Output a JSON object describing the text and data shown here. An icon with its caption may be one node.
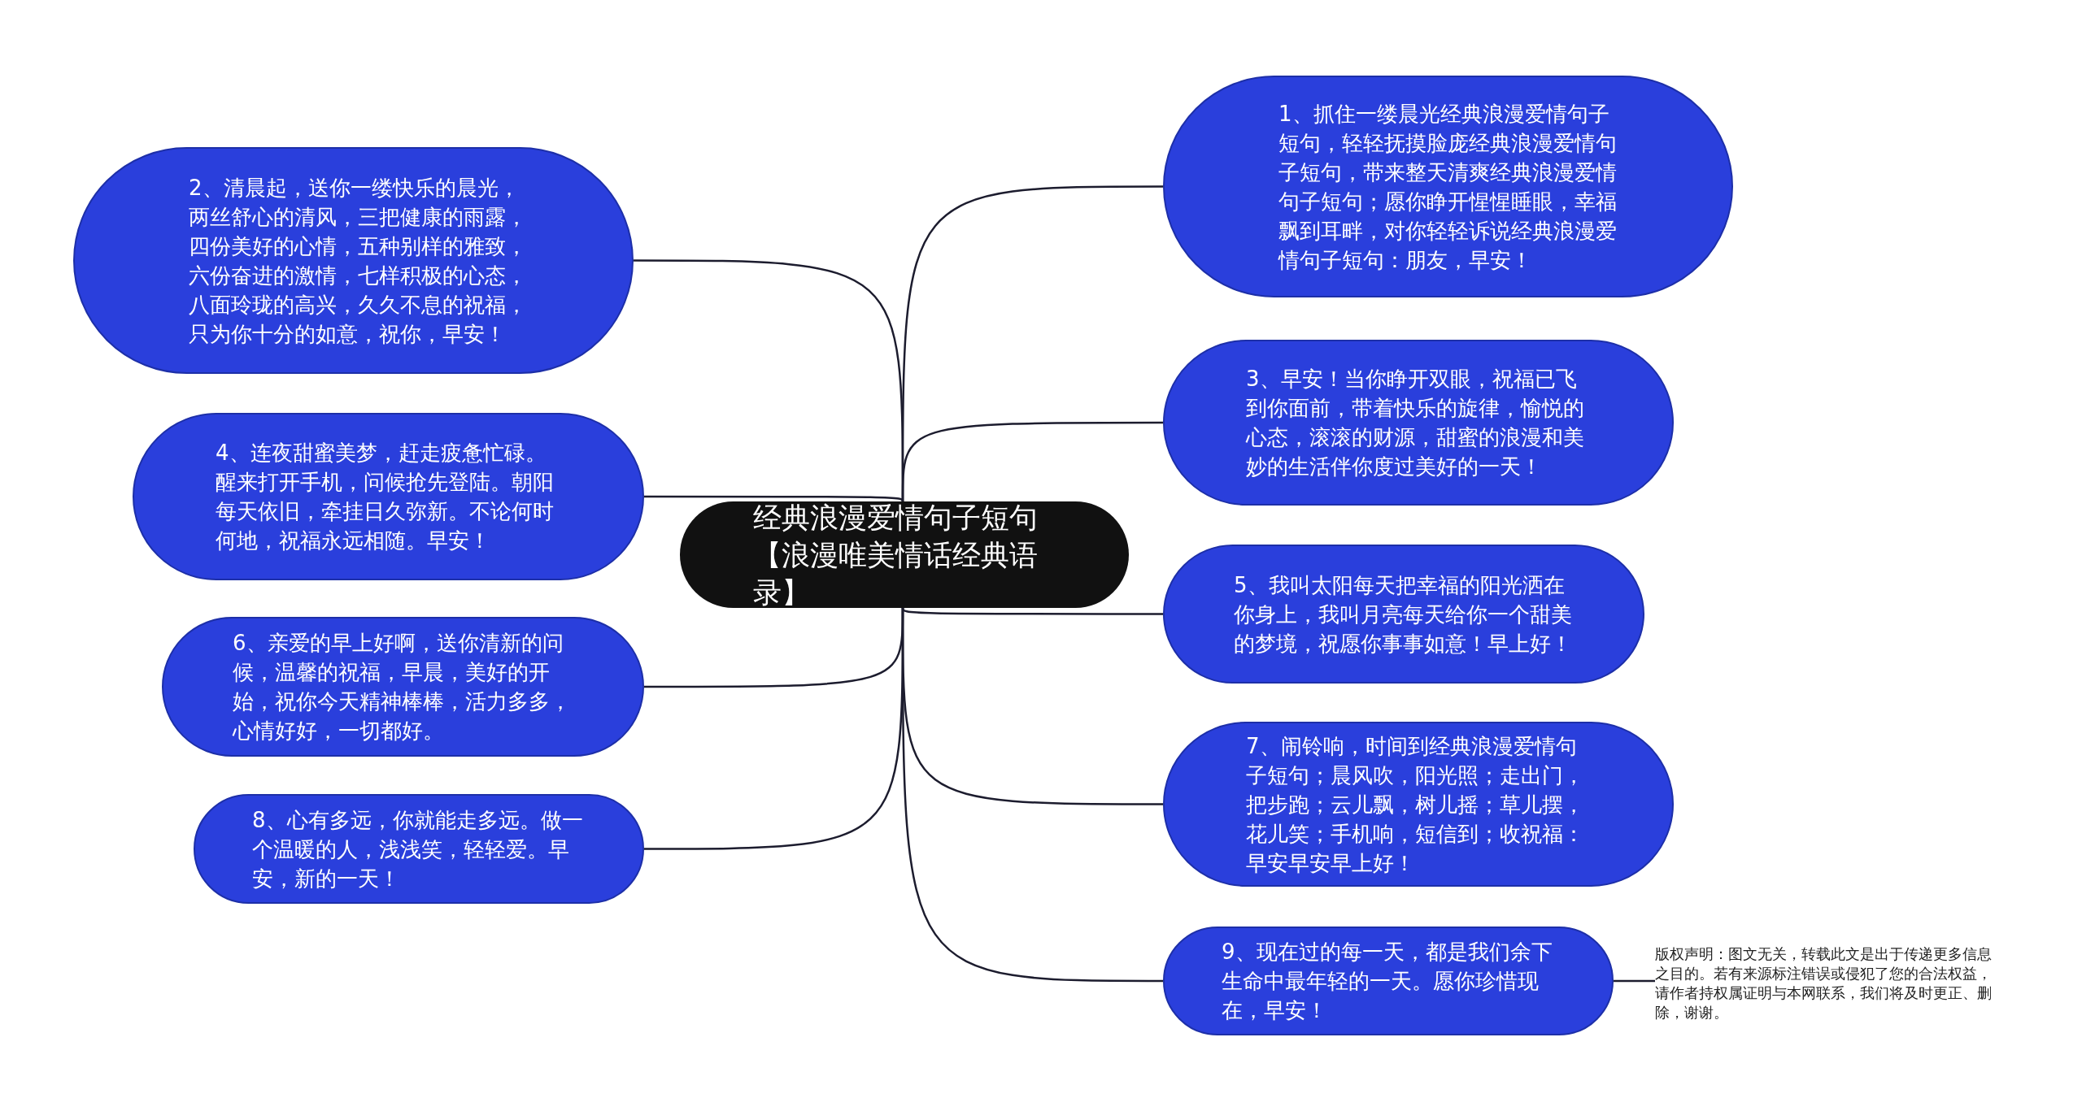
{
  "diagram": {
    "nodes": [
      {
        "text": [
          "经典浪漫爱情句子短句【浪漫唯美情话经典语录】"
        ]
      },
      {
        "text": [
          "1、抓住一缕晨光经典浪漫爱情句子短句，轻轻抚摸脸庞经典浪漫爱情句子短句，带来整天清爽经典浪漫爱情句子短句；愿你睁开惺惺睡眼，幸福飘到耳畔，对你轻轻诉说经典浪漫爱情句子短句：朋友，早安！"
        ]
      },
      {
        "text": [
          "2、清晨起，送你一缕快乐的晨光，两丝舒心的清风，三把健康的雨露，四份美好的心情，五种别样的雅致，六份奋进的激情，七样积极的心态，八面玲珑的高兴，久久不息的祝福，只为你十分的如意，祝你，早安！"
        ]
      },
      {
        "text": [
          "3、早安！当你睁开双眼，祝福已飞到你面前，带着快乐的旋律，愉悦的心态，滚滚的财源，甜蜜的浪漫和美妙的生活伴你度过美好的一天！"
        ]
      },
      {
        "text": [
          "4、连夜甜蜜美梦，赶走疲惫忙碌。醒来打开手机，问候抢先登陆。朝阳每天依旧，牵挂日久弥新。不论何时何地，祝福永远相随。早安！"
        ]
      },
      {
        "text": [
          "5、我叫太阳每天把幸福的阳光洒在你身上，我叫月亮每天给你一个甜美的梦境，祝愿你事事如意！早上好！"
        ]
      },
      {
        "text": [
          "6、亲爱的早上好啊，送你清新的问候，温馨的祝福，早晨，美好的开始，祝你今天精神棒棒，活力多多，心情好好，一切都好。"
        ]
      },
      {
        "text": [
          "7、闹铃响，时间到经典浪漫爱情句子短句；晨风吹，阳光照；走出门，把步跑；云儿飘，树儿摇；草儿摆，花儿笑；手机响，短信到；收祝福：早安早安早上好！"
        ]
      },
      {
        "text": [
          "8、心有多远，你就能走多远。做一个温暖的人，浅浅笑，轻轻爱。早安，新的一天！"
        ]
      },
      {
        "text": [
          "9、现在过的每一天，都是我们余下生命中最年轻的一天。愿你珍惜现在，早安！"
        ]
      },
      {
        "text": [
          "版权声明：图文无关，转载此文是出于传递更多信息之目的。若有来源标注错误或侵犯了您的合法权益，请作者持权属证明与本网联系，我们将及时更正、删除，谢谢。"
        ]
      }
    ],
    "edges": [
      {
        "from": 0,
        "to": 1,
        "arrow": "none"
      },
      {
        "from": 0,
        "to": 2,
        "arrow": "none"
      },
      {
        "from": 0,
        "to": 3,
        "arrow": "none"
      },
      {
        "from": 0,
        "to": 4,
        "arrow": "none"
      },
      {
        "from": 0,
        "to": 5,
        "arrow": "none"
      },
      {
        "from": 0,
        "to": 6,
        "arrow": "none"
      },
      {
        "from": 0,
        "to": 7,
        "arrow": "none"
      },
      {
        "from": 0,
        "to": 8,
        "arrow": "none"
      },
      {
        "from": 0,
        "to": 9,
        "arrow": "none"
      },
      {
        "from": 9,
        "to": 10,
        "arrow": "none"
      }
    ]
  }
}
